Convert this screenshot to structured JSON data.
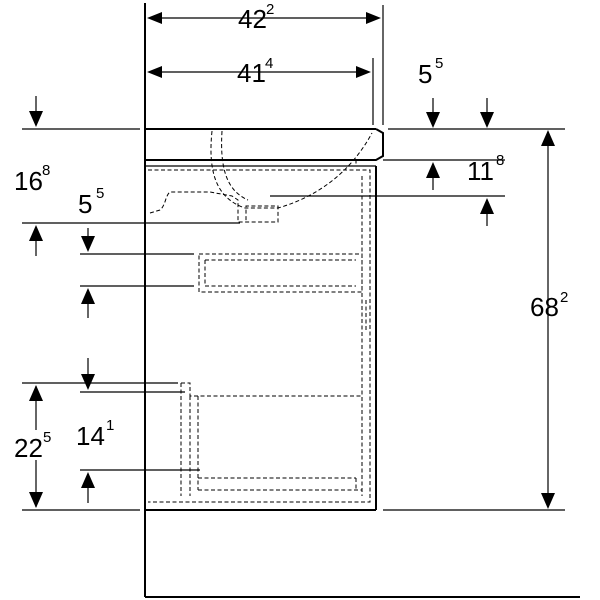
{
  "dimensions": {
    "overall_width": {
      "main": "42",
      "sup": "2"
    },
    "inner_width": {
      "main": "41",
      "sup": "4"
    },
    "top_offset": {
      "main": "5",
      "sup": "5"
    },
    "basin_depth": {
      "main": "16",
      "sup": "8"
    },
    "drawer_offset": {
      "main": "5",
      "sup": "5"
    },
    "top_thickness": {
      "main": "11",
      "sup": "8"
    },
    "overall_height": {
      "main": "68",
      "sup": "2"
    },
    "drawer_height": {
      "main": "22",
      "sup": "5"
    },
    "drawer_inner": {
      "main": "14",
      "sup": "1"
    }
  }
}
